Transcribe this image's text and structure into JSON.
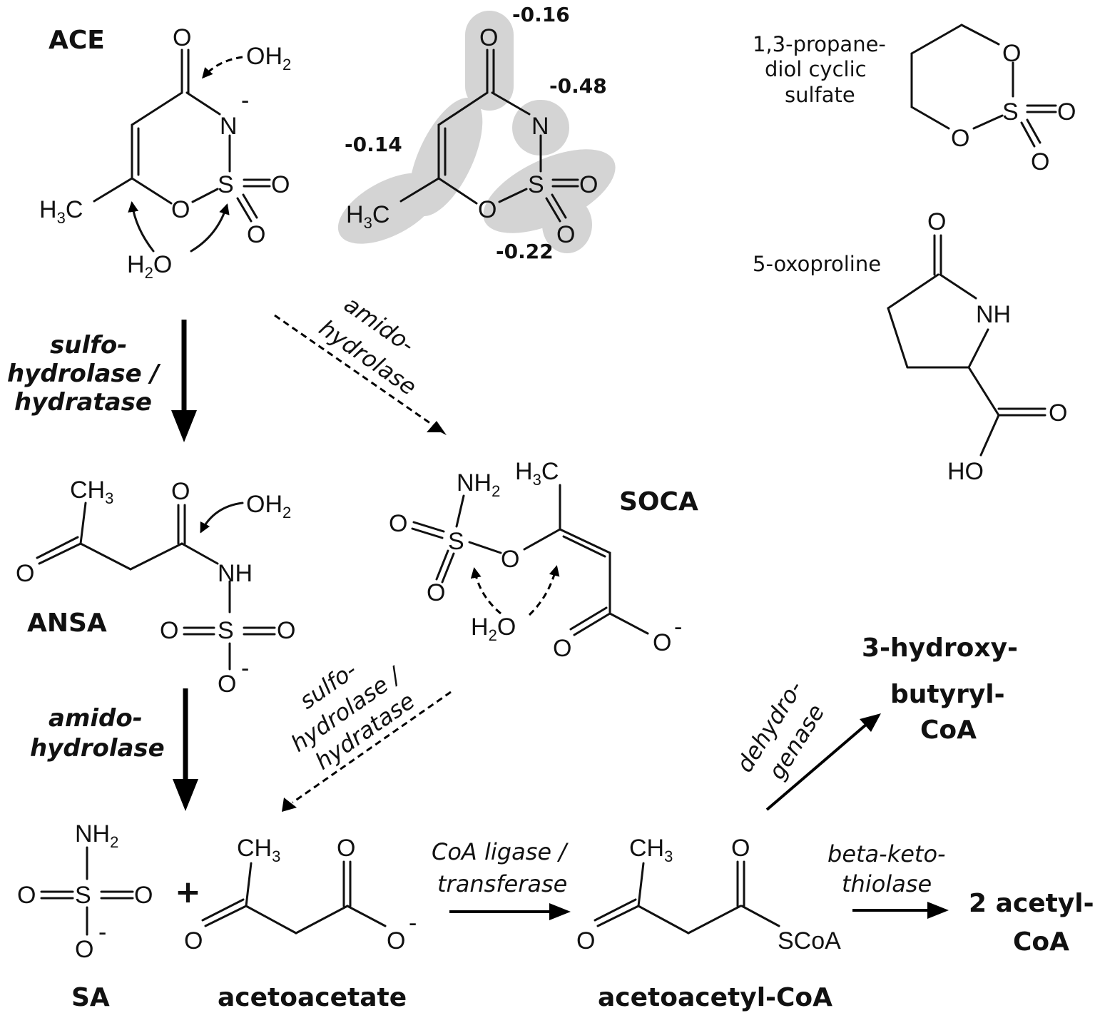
{
  "compounds": {
    "ace": "ACE",
    "soca": "SOCA",
    "ansa": "ANSA",
    "sa": "SA",
    "acetoacetate": "acetoacetate",
    "acetoacetyl_coa": "acetoacetyl-CoA",
    "hydroxybutyryl_line1": "3-hydroxy-",
    "hydroxybutyryl_line2": "butyryl-",
    "hydroxybutyryl_line3": "CoA",
    "acetyl_coa_line1": "2 acetyl-",
    "acetyl_coa_line2": "CoA",
    "propanediol_line1": "1,3-propane-",
    "propanediol_line2": "diol cyclic",
    "propanediol_line3": "sulfate",
    "oxoproline": "5-oxoproline"
  },
  "enzymes": {
    "sulfohydrolase_1": "sulfo-",
    "sulfohydrolase_2": "hydrolase /",
    "sulfohydrolase_3": "hydratase",
    "amidohydrolase_diag_1": "amido-",
    "amidohydrolase_diag_2": "hydrolase",
    "amidohydrolase_1": "amido-",
    "amidohydrolase_2": "hydrolase",
    "sulfo_diag_1": "sulfo-",
    "sulfo_diag_2": "hydrolase /",
    "sulfo_diag_3": "hydratase",
    "coa_ligase_1": "CoA ligase /",
    "coa_ligase_2": "transferase",
    "thiolase_1": "beta-keto-",
    "thiolase_2": "thiolase",
    "dehydrogenase_1": "dehydro-",
    "dehydrogenase_2": "genase"
  },
  "charges": {
    "c_carbonyl_o": "-0.16",
    "n": "-0.48",
    "c_ring": "-0.14",
    "sulfonyl": "-0.22"
  },
  "plus": "+"
}
